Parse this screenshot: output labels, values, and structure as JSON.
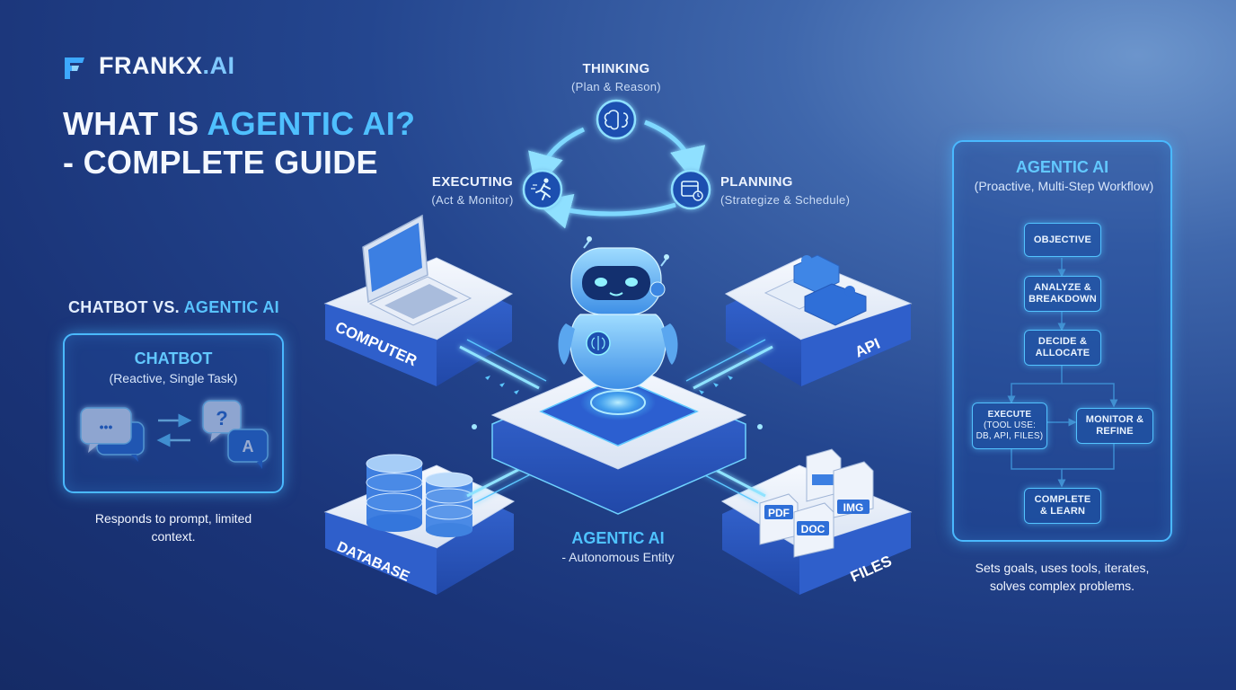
{
  "brand": {
    "name_part1": "FRANKX",
    "name_part2": ".AI"
  },
  "title": {
    "line1_prefix": "WHAT IS ",
    "line1_accent": "AGENTIC AI?",
    "line2": "- COMPLETE GUIDE"
  },
  "cycle": {
    "thinking": {
      "label": "THINKING",
      "sub": "(Plan & Reason)"
    },
    "planning": {
      "label": "PLANNING",
      "sub": "(Strategize & Schedule)"
    },
    "executing": {
      "label": "EXECUTING",
      "sub": "(Act & Monitor)"
    }
  },
  "comparison": {
    "heading_prefix": "CHATBOT VS. ",
    "heading_accent": "AGENTIC AI",
    "chatbot": {
      "title": "CHATBOT",
      "subtitle": "(Reactive, Single Task)",
      "caption_line1": "Responds to prompt, limited",
      "caption_line2": "context.",
      "bubble_question": "?",
      "bubble_answer": "A",
      "bubble_dots": "•••"
    }
  },
  "platforms": {
    "computer": "COMPUTER",
    "api": "API",
    "database": "DATABASE",
    "files": "FILES",
    "file_types": [
      "PDF",
      "DOC",
      "IMG"
    ]
  },
  "center": {
    "title": "AGENTIC AI",
    "subtitle": "- Autonomous Entity"
  },
  "workflow": {
    "title": "AGENTIC AI",
    "subtitle": "(Proactive, Multi-Step Workflow)",
    "steps": {
      "objective": "OBJECTIVE",
      "analyze": "ANALYZE & BREAKDOWN",
      "decide": "DECIDE & ALLOCATE",
      "execute_l1": "EXECUTE",
      "execute_l2": "(TOOL USE:",
      "execute_l3": "DB, API, FILES)",
      "monitor": "MONITOR & REFINE",
      "complete": "COMPLETE & LEARN"
    },
    "caption_line1": "Sets goals, uses tools, iterates,",
    "caption_line2": "solves complex problems."
  },
  "colors": {
    "accent": "#4fc0ff",
    "neon": "#53c3ff",
    "background_dark": "#152b66",
    "background_light": "#6c95cc",
    "platform_top": "#eef3fb",
    "platform_side": "#2b57c0"
  },
  "icons": [
    "brand-logo-icon",
    "brain-icon",
    "calendar-icon",
    "runner-icon",
    "robot-icon",
    "laptop-icon",
    "puzzle-icon",
    "database-icon",
    "document-icon",
    "chat-bubble-icon",
    "exchange-arrows-icon"
  ]
}
